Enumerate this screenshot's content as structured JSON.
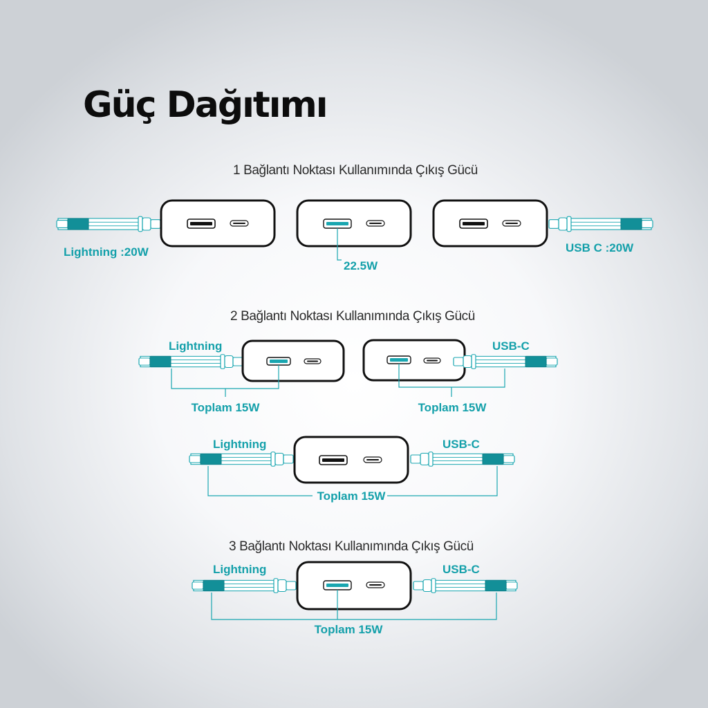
{
  "title": "Güç Dağıtımı",
  "colors": {
    "accent": "#19a6b0",
    "label": "#14a0aa",
    "outline": "#111111"
  },
  "section1": {
    "heading": "1 Bağlantı Noktası Kullanımında Çıkış Gücü",
    "lightning_label": "Lightning :20W",
    "usba_label": "22.5W",
    "usbc_label": "USB C :20W"
  },
  "section2": {
    "heading": "2 Bağlantı Noktası Kullanımında Çıkış Gücü",
    "combo_a": {
      "cable_label": "Lightning",
      "total_label": "Toplam 15W"
    },
    "combo_b": {
      "cable_label": "USB-C",
      "total_label": "Toplam 15W"
    },
    "combo_c": {
      "left_label": "Lightning",
      "right_label": "USB-C",
      "total_label": "Toplam 15W"
    }
  },
  "section3": {
    "heading": "3 Bağlantı Noktası Kullanımında Çıkış Gücü",
    "left_label": "Lightning",
    "right_label": "USB-C",
    "total_label": "Toplam 15W"
  }
}
